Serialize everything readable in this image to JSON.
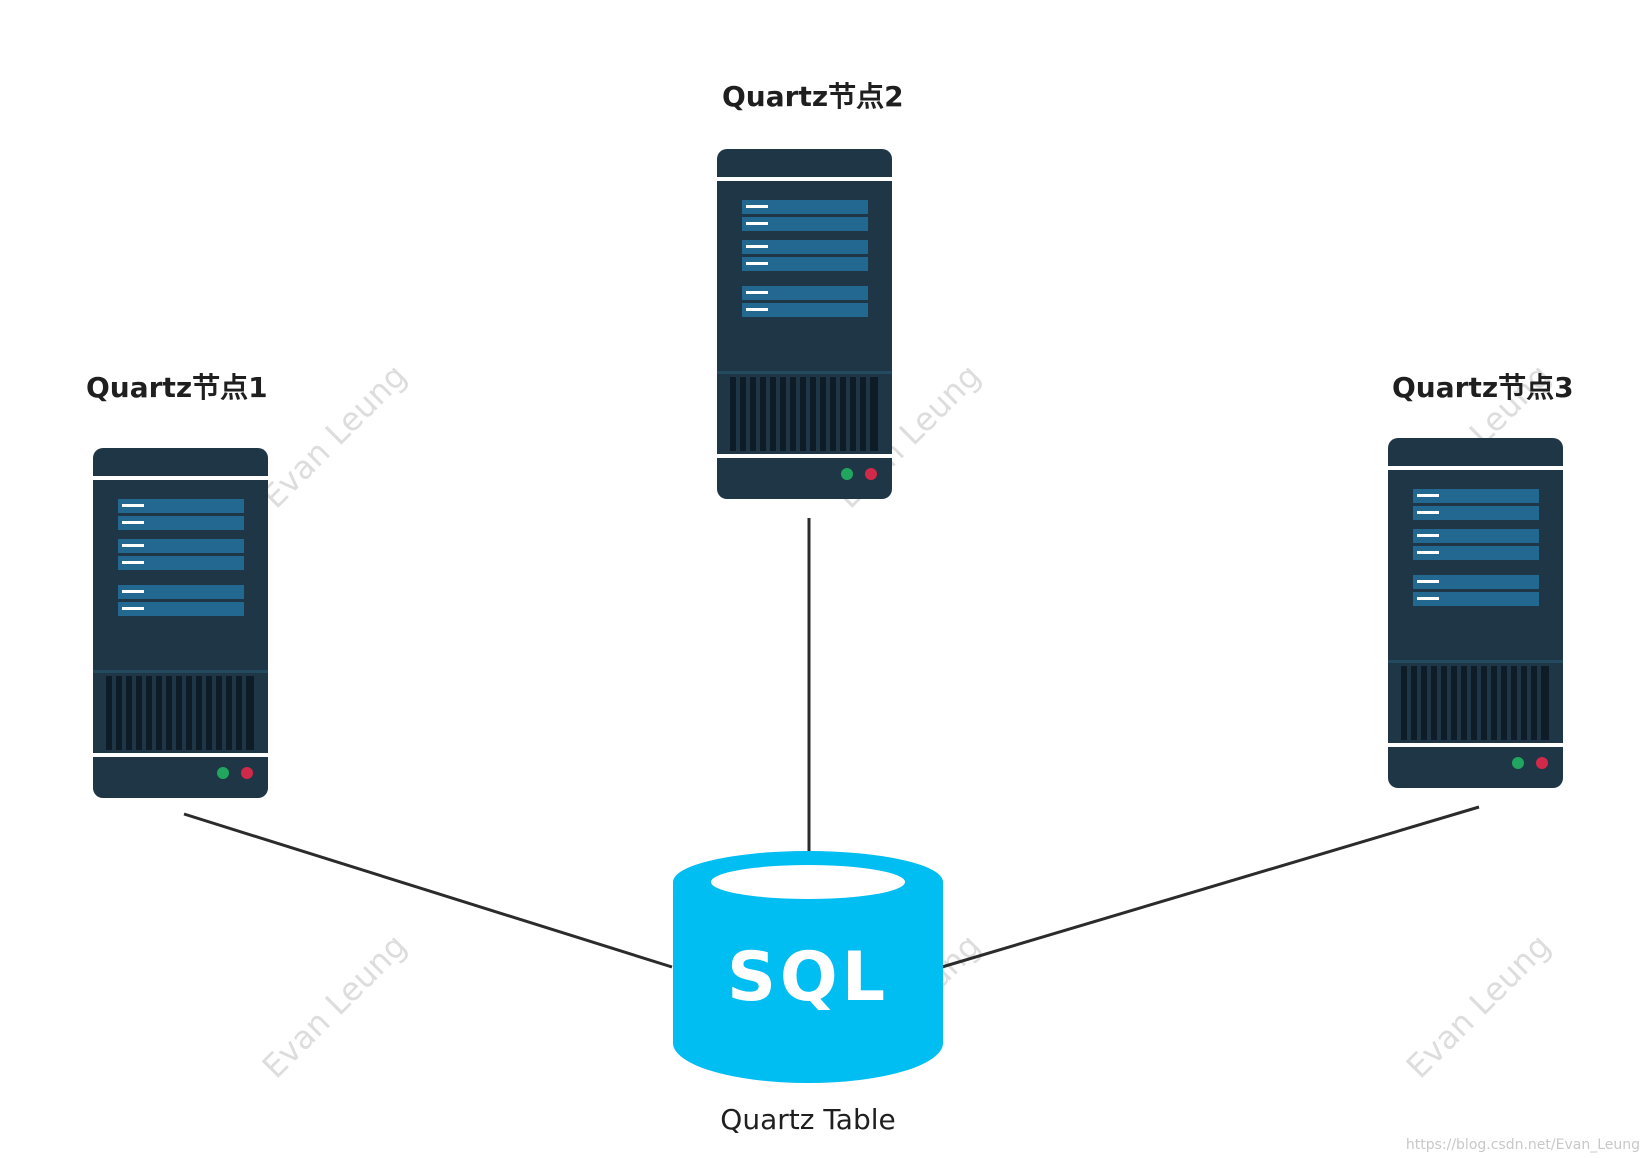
{
  "nodes": [
    {
      "label": "Quartz节点1"
    },
    {
      "label": "Quartz节点2"
    },
    {
      "label": "Quartz节点3"
    }
  ],
  "database": {
    "icon_text": "SQL",
    "label": "Quartz Table",
    "color": "#00bdf2"
  },
  "watermark": {
    "text": "Evan Leung"
  },
  "footer": {
    "url": "https://blog.csdn.net/Evan_Leung"
  },
  "colors": {
    "server_body": "#1e3645",
    "server_panel": "#236890",
    "server_line": "#ffffff",
    "led_green": "#20a65f",
    "led_red": "#d1294a",
    "connector": "#2b2b2b"
  }
}
